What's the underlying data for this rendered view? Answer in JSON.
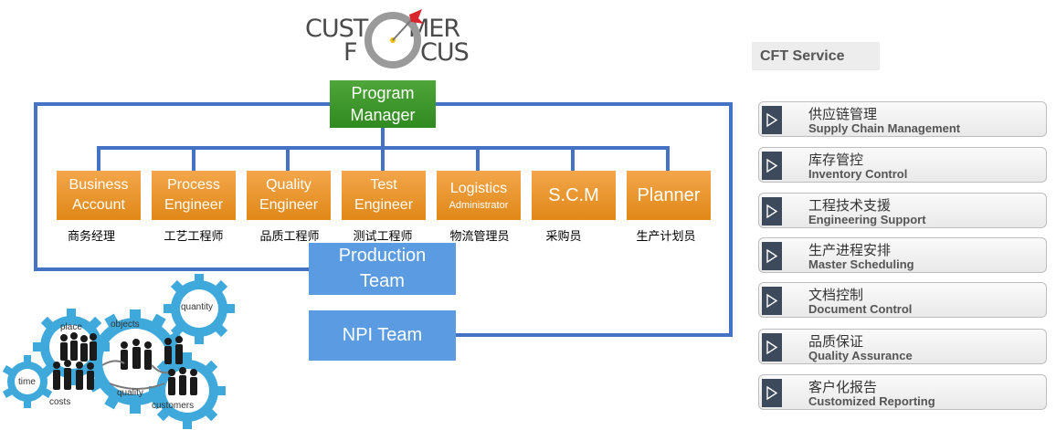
{
  "logo": {
    "line1_left": "CUST",
    "line1_right": "MER",
    "line2_left": "F",
    "line2_right": "CUS"
  },
  "program_manager": {
    "line1": "Program",
    "line2": "Manager"
  },
  "roles": [
    {
      "line1": "Business",
      "line2": "Account",
      "cn": "商务经理"
    },
    {
      "line1": "Process",
      "line2": "Engineer",
      "cn": "工艺工程师"
    },
    {
      "line1": "Quality",
      "line2": "Engineer",
      "cn": "品质工程师"
    },
    {
      "line1": "Test",
      "line2": "Engineer",
      "cn": "测试工程师"
    },
    {
      "line1": "Logistics",
      "line2": "Administrator",
      "cn": "物流管理员"
    },
    {
      "line1": "S.C.M",
      "line2": "",
      "cn": "采购员"
    },
    {
      "line1": "Planner",
      "line2": "",
      "cn": "生产计划员"
    }
  ],
  "teams": {
    "production_line1": "Production",
    "production_line2": "Team",
    "npi": "NPI Team"
  },
  "cft": {
    "header": "CFT Service",
    "services": [
      {
        "cn": "供应链管理",
        "en": "Supply Chain Management"
      },
      {
        "cn": "库存管控",
        "en": "Inventory Control"
      },
      {
        "cn": "工程技术支援",
        "en": "Engineering Support"
      },
      {
        "cn": "生产进程安排",
        "en": "Master Scheduling"
      },
      {
        "cn": "文档控制",
        "en": "Document Control"
      },
      {
        "cn": "品质保证",
        "en": "Quality Assurance"
      },
      {
        "cn": "客户化报告",
        "en": "Customized Reporting"
      }
    ]
  },
  "gear_labels": {
    "place": "place",
    "objects": "objects",
    "quantity": "quantity",
    "time": "time",
    "costs": "costs",
    "quality": "quality",
    "customers": "customers"
  },
  "colors": {
    "connector": "#4472c4",
    "program_manager": "#3a9a2a",
    "role": "#e8921f",
    "team": "#5b9be2",
    "gear": "#3fa9dc",
    "service_icon": "#3c4a5c"
  }
}
